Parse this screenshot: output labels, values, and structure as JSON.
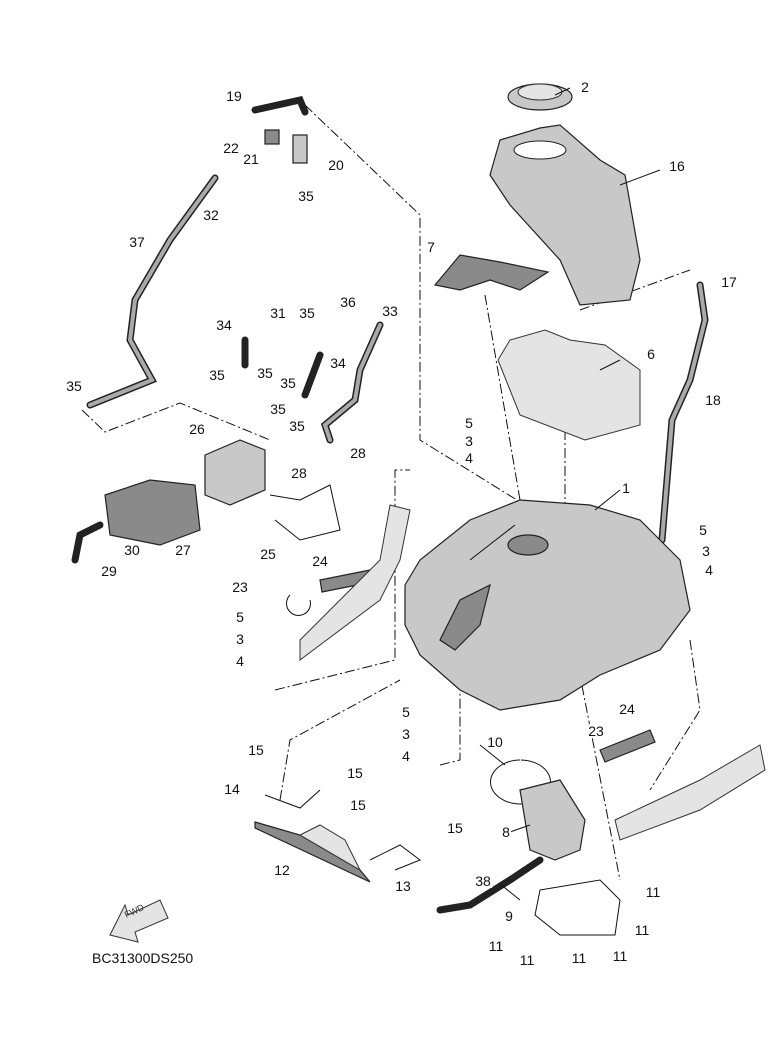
{
  "diagram_code": "BC31300DS250",
  "fwd_label": "FWD",
  "labels": [
    "2",
    "16",
    "19",
    "22",
    "21",
    "20",
    "35",
    "32",
    "37",
    "7",
    "17",
    "36",
    "31",
    "35",
    "33",
    "34",
    "6",
    "34",
    "35",
    "35",
    "35",
    "35",
    "18",
    "35",
    "5",
    "35",
    "26",
    "3",
    "4",
    "28",
    "1",
    "28",
    "5",
    "3",
    "30",
    "27",
    "25",
    "24",
    "29",
    "4",
    "23",
    "5",
    "3",
    "4",
    "5",
    "24",
    "3",
    "23",
    "10",
    "4",
    "15",
    "15",
    "14",
    "15",
    "15",
    "8",
    "12",
    "13",
    "38",
    "11",
    "9",
    "11",
    "11",
    "11",
    "11",
    "11"
  ]
}
